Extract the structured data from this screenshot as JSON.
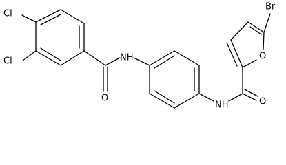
{
  "molecule": {
    "atom_labels": {
      "cl1": "Cl",
      "cl2": "Cl",
      "o_amide1": "O",
      "nh1": "NH",
      "nh2": "NH",
      "o_amide2": "O",
      "o_furan": "O",
      "br": "Br"
    }
  }
}
